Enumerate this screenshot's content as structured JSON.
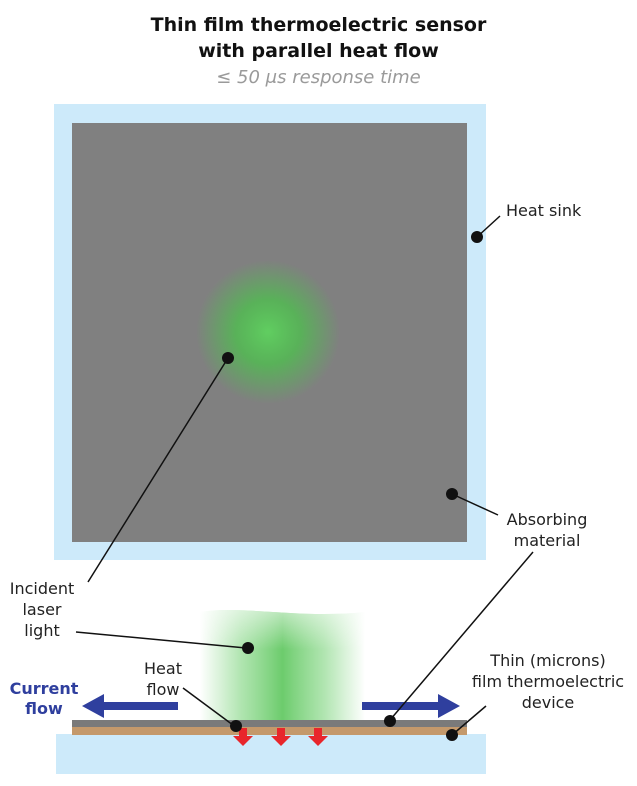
{
  "header": {
    "title_line1": "Thin film thermoelectric sensor",
    "title_line2": "with parallel heat flow",
    "subtitle": "≤ 50 μs response time"
  },
  "labels": {
    "heat_sink": "Heat sink",
    "absorbing_line1": "Absorbing",
    "absorbing_line2": "material",
    "incident_line1": "Incident",
    "incident_line2": "laser",
    "incident_line3": "light",
    "heat_flow_line1": "Heat",
    "heat_flow_line2": "flow",
    "current_flow_line1": "Current",
    "current_flow_line2": "flow",
    "device_line1": "Thin (microns)",
    "device_line2": "film thermoelectric",
    "device_line3": "device"
  },
  "colors": {
    "heat_sink": "#cdeafa",
    "absorber": "#808080",
    "thin_film": "#c4996b",
    "laser_green": "#4cc24c",
    "current_arrow": "#2f3f9e",
    "heat_arrow": "#e8262b"
  }
}
